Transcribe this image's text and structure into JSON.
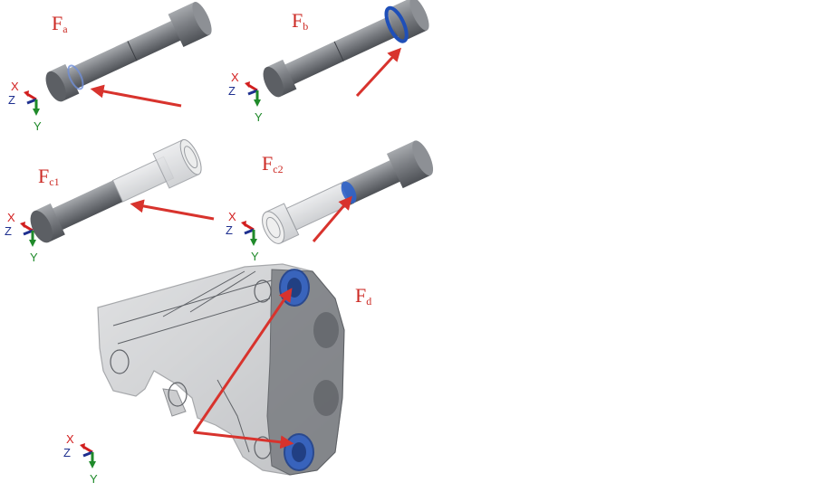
{
  "panels": [
    {
      "id": "a",
      "label_main": "F",
      "label_sub": "a"
    },
    {
      "id": "b",
      "label_main": "F",
      "label_sub": "b"
    },
    {
      "id": "c1",
      "label_main": "F",
      "label_sub": "c1"
    },
    {
      "id": "c2",
      "label_main": "F",
      "label_sub": "c2"
    },
    {
      "id": "d",
      "label_main": "F",
      "label_sub": "d"
    }
  ],
  "axes": {
    "x": "X",
    "y": "Y",
    "z": "Z"
  },
  "colors": {
    "label": "#cc2a24",
    "arrow": "#d8332d",
    "highlight": "#1f4fb8",
    "part": "#7a7d82",
    "axis_x": "#d21f1f",
    "axis_y": "#1f8a2a",
    "axis_z": "#1e2f8f"
  }
}
